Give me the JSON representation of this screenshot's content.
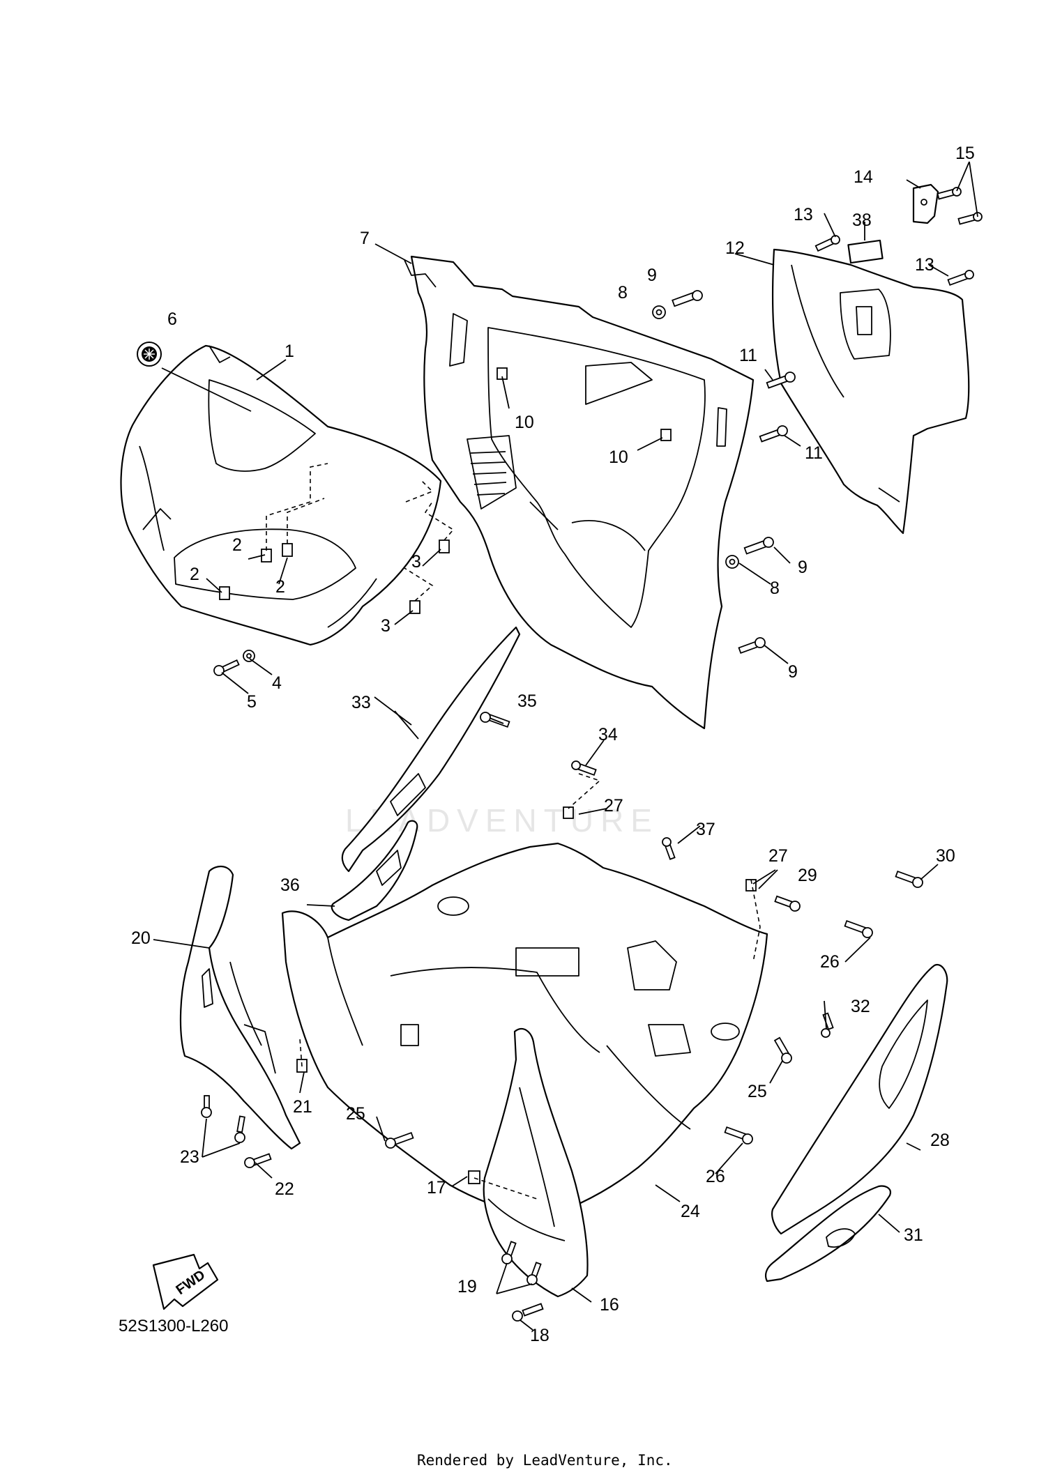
{
  "diagram_code": "52S1300-L260",
  "credit": "Rendered by LeadVenture, Inc.",
  "watermark": "LEADVENTURE",
  "fwd_label": "FWD",
  "callouts": [
    {
      "id": "c1",
      "label": "1"
    },
    {
      "id": "c2a",
      "label": "2"
    },
    {
      "id": "c2b",
      "label": "2"
    },
    {
      "id": "c2c",
      "label": "2"
    },
    {
      "id": "c3a",
      "label": "3"
    },
    {
      "id": "c3b",
      "label": "3"
    },
    {
      "id": "c4",
      "label": "4"
    },
    {
      "id": "c5",
      "label": "5"
    },
    {
      "id": "c6",
      "label": "6"
    },
    {
      "id": "c7",
      "label": "7"
    },
    {
      "id": "c8a",
      "label": "8"
    },
    {
      "id": "c8b",
      "label": "8"
    },
    {
      "id": "c9a",
      "label": "9"
    },
    {
      "id": "c9b",
      "label": "9"
    },
    {
      "id": "c9c",
      "label": "9"
    },
    {
      "id": "c10a",
      "label": "10"
    },
    {
      "id": "c10b",
      "label": "10"
    },
    {
      "id": "c11a",
      "label": "11"
    },
    {
      "id": "c11b",
      "label": "11"
    },
    {
      "id": "c12",
      "label": "12"
    },
    {
      "id": "c13a",
      "label": "13"
    },
    {
      "id": "c13b",
      "label": "13"
    },
    {
      "id": "c14",
      "label": "14"
    },
    {
      "id": "c15",
      "label": "15"
    },
    {
      "id": "c16",
      "label": "16"
    },
    {
      "id": "c17",
      "label": "17"
    },
    {
      "id": "c18",
      "label": "18"
    },
    {
      "id": "c19",
      "label": "19"
    },
    {
      "id": "c20",
      "label": "20"
    },
    {
      "id": "c21",
      "label": "21"
    },
    {
      "id": "c22",
      "label": "22"
    },
    {
      "id": "c23",
      "label": "23"
    },
    {
      "id": "c24",
      "label": "24"
    },
    {
      "id": "c25a",
      "label": "25"
    },
    {
      "id": "c25b",
      "label": "25"
    },
    {
      "id": "c26a",
      "label": "26"
    },
    {
      "id": "c26b",
      "label": "26"
    },
    {
      "id": "c27a",
      "label": "27"
    },
    {
      "id": "c27b",
      "label": "27"
    },
    {
      "id": "c28",
      "label": "28"
    },
    {
      "id": "c29",
      "label": "29"
    },
    {
      "id": "c30",
      "label": "30"
    },
    {
      "id": "c31",
      "label": "31"
    },
    {
      "id": "c32",
      "label": "32"
    },
    {
      "id": "c33",
      "label": "33"
    },
    {
      "id": "c34",
      "label": "34"
    },
    {
      "id": "c35",
      "label": "35"
    },
    {
      "id": "c36",
      "label": "36"
    },
    {
      "id": "c37",
      "label": "37"
    },
    {
      "id": "c38",
      "label": "38"
    }
  ]
}
